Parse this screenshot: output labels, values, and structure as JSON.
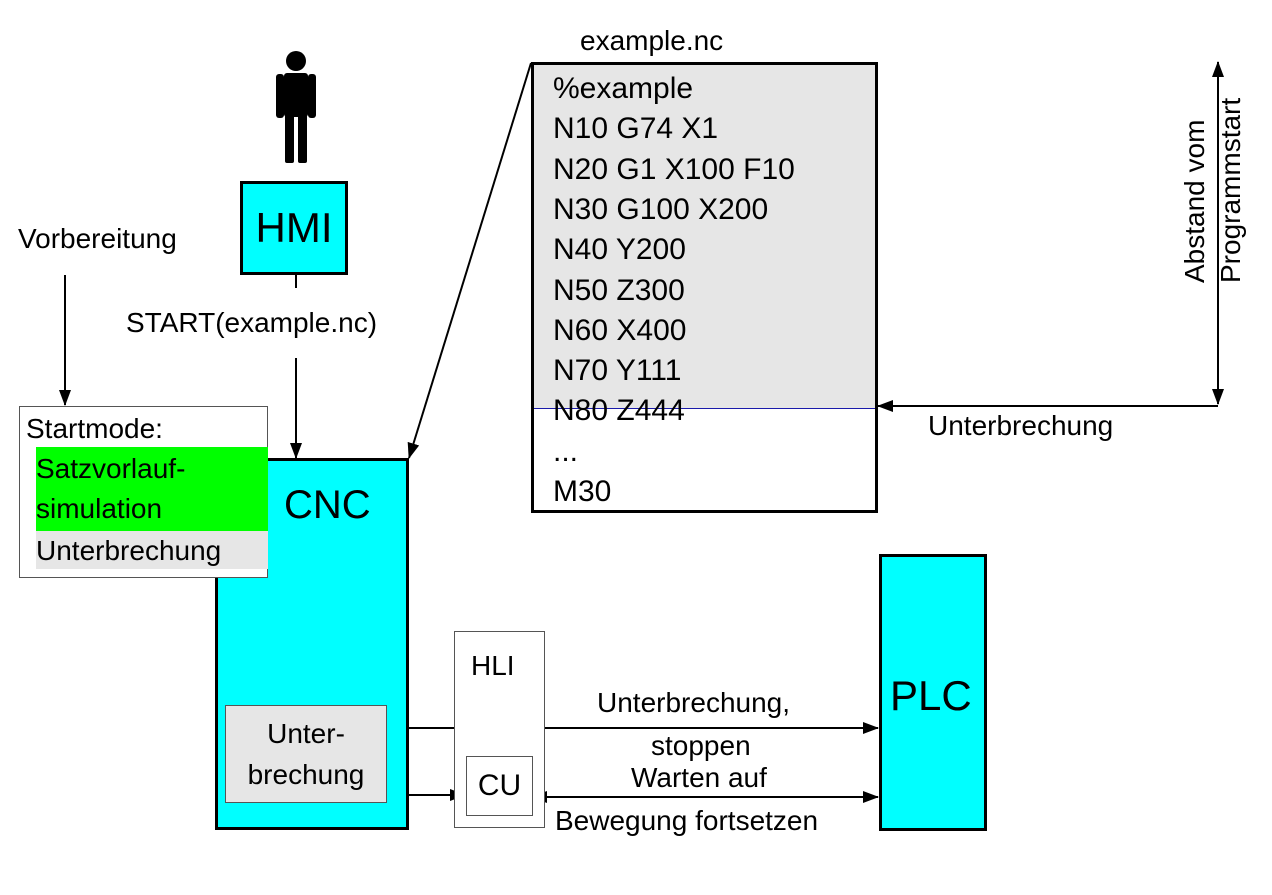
{
  "hmi": {
    "label": "HMI"
  },
  "vorbereitung": "Vorbereitung",
  "start_command": "START(example.nc)",
  "startmode": {
    "title": "Startmode:",
    "option_active_line1": "Satzvorlauf-",
    "option_active_line2": "simulation",
    "option_inactive": "Unterbrechung"
  },
  "cnc": {
    "label": "CNC",
    "sub_line1": "Unter-",
    "sub_line2": "brechung"
  },
  "hli": {
    "label": "HLI",
    "cu_label": "CU"
  },
  "plc": {
    "label": "PLC"
  },
  "program": {
    "filename": "example.nc",
    "lines": [
      "%example",
      "N10 G74 X1",
      "N20 G1 X100 F10",
      "N30 G100 X200",
      "N40 Y200",
      "N50 Z300",
      "N60 X400",
      "N70 Y111",
      "N80 Z444",
      "...",
      "M30"
    ],
    "highlighted_lines": 8
  },
  "abstand": {
    "line1": "Abstand vom",
    "line2": "Programmstart"
  },
  "unterbrechung_label": "Unterbrechung",
  "signal_stop": {
    "line1": "Unterbrechung,",
    "line2": "stoppen"
  },
  "signal_wait": {
    "line1": "Warten auf",
    "line2": "Bewegung fortsetzen"
  },
  "colors": {
    "active": "#00ff00",
    "cyan": "#00ffff",
    "grey": "#e6e6e6",
    "highlight_line": "#1a1aaa"
  }
}
